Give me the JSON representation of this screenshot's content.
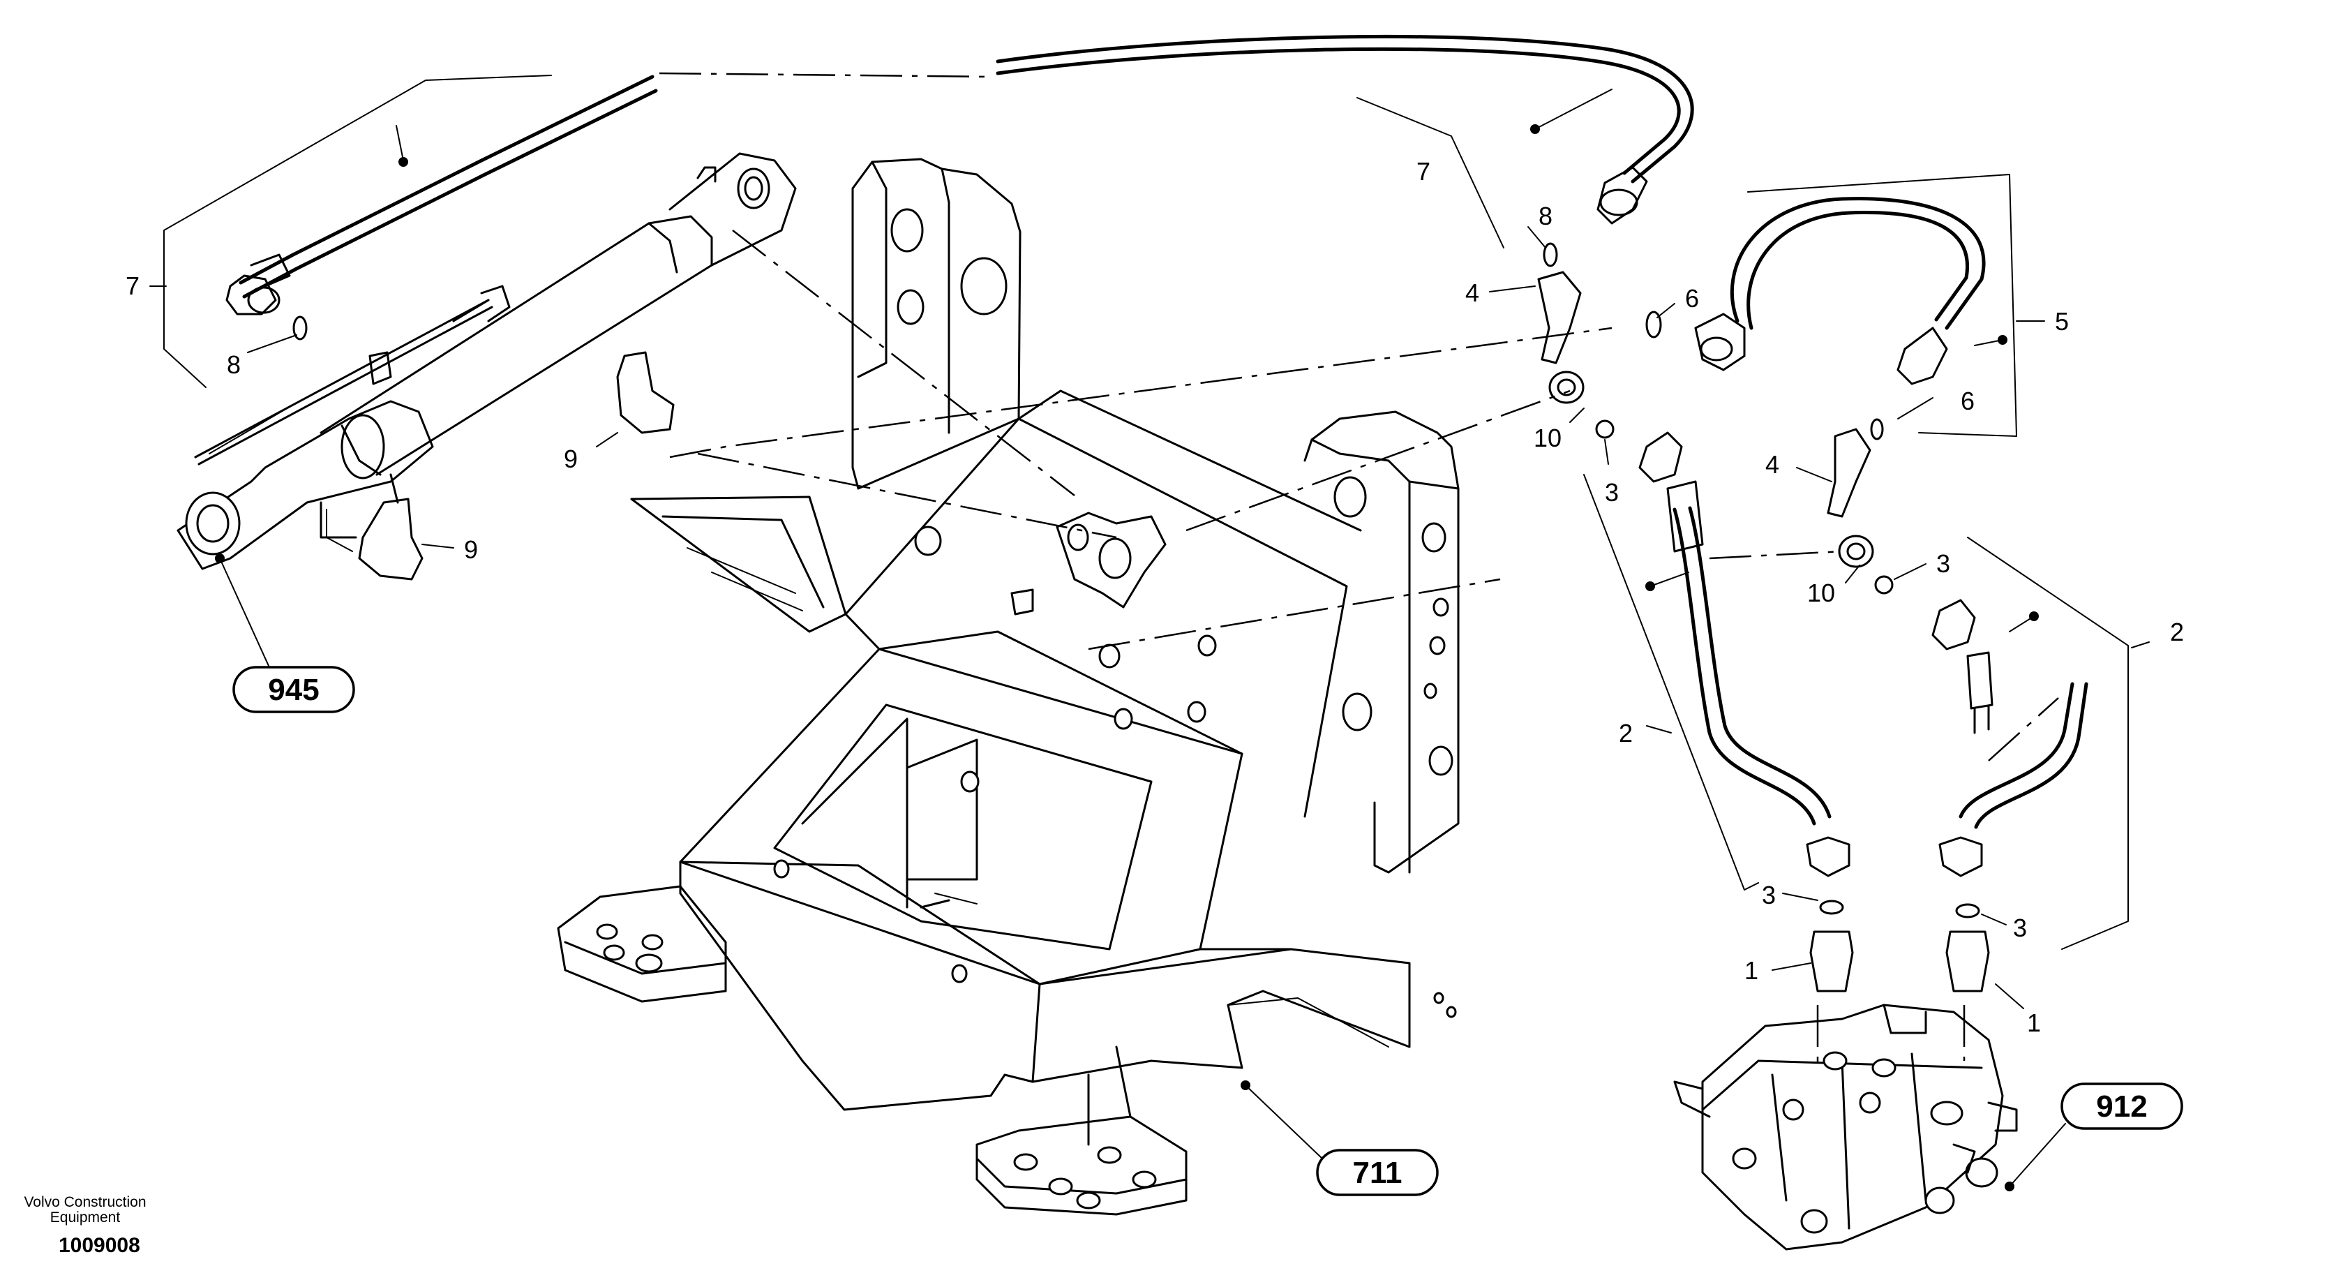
{
  "parts": {
    "p1a": "1",
    "p1b": "1",
    "p2a": "2",
    "p2b": "2",
    "p3a": "3",
    "p3b": "3",
    "p3c": "3",
    "p3d": "3",
    "p4a": "4",
    "p4b": "4",
    "p5": "5",
    "p6a": "6",
    "p6b": "6",
    "p7a": "7",
    "p7b": "7",
    "p8a": "8",
    "p8b": "8",
    "p9a": "9",
    "p9b": "9",
    "p10a": "10",
    "p10b": "10"
  },
  "refs": {
    "cylinder": "945",
    "frame": "711",
    "valve": "912"
  },
  "footer": {
    "brand": "Volvo Construction Equipment",
    "doc_number": "1009008"
  }
}
